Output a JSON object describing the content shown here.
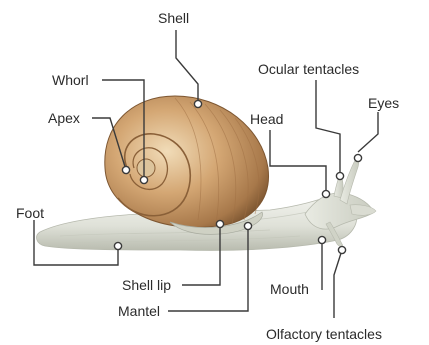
{
  "diagram": {
    "labels": {
      "shell": "Shell",
      "whorl": "Whorl",
      "apex": "Apex",
      "foot": "Foot",
      "shell_lip": "Shell lip",
      "mantel": "Mantel",
      "ocular_tentacles": "Ocular tentacles",
      "head": "Head",
      "eyes": "Eyes",
      "mouth": "Mouth",
      "olfactory_tentacles": "Olfactory tentacles"
    },
    "colors": {
      "leader_line": "#3a3a3a",
      "shell_light": "#e9cfa3",
      "shell_mid": "#c99a63",
      "shell_dark": "#8a6038",
      "body_light": "#eef0ea",
      "body_mid": "#d6d9ce",
      "body_dark": "#a8ab9f"
    }
  }
}
